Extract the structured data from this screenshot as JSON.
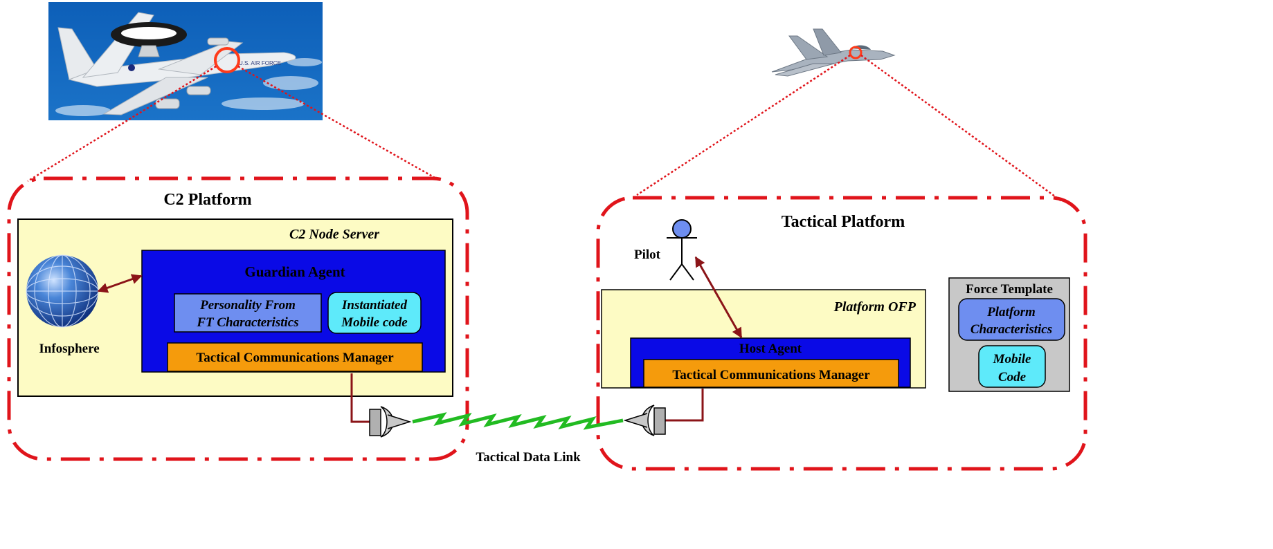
{
  "c2_platform": {
    "title": "C2 Platform",
    "server_label": "C2 Node Server",
    "guardian_agent": "Guardian Agent",
    "personality_line1": "Personality From",
    "personality_line2": "FT Characteristics",
    "instantiated_line1": "Instantiated",
    "instantiated_line2": "Mobile code",
    "tcm": "Tactical Communications Manager",
    "infosphere": "Infosphere"
  },
  "tactical_platform": {
    "title": "Tactical Platform",
    "pilot": "Pilot",
    "ofp_label": "Platform OFP",
    "host_agent": "Host Agent",
    "tcm": "Tactical Communications Manager"
  },
  "force_template": {
    "title": "Force Template",
    "platform_line1": "Platform",
    "platform_line2": "Characteristics",
    "mobile_line1": "Mobile",
    "mobile_line2": "Code"
  },
  "link_label": "Tactical Data Link",
  "photo_text": "U.S. AIR FORCE",
  "colors": {
    "dash_border": "#e0141b",
    "server_bg": "#fdfbc4",
    "agent_blue": "#0a0ae6",
    "tcm_orange": "#f59b0c",
    "personality_blue": "#6e8ef0",
    "mobile_cyan": "#5eeafa",
    "template_gray": "#c8c8c8",
    "arrow": "#8b1418",
    "link_green": "#22bb22"
  }
}
